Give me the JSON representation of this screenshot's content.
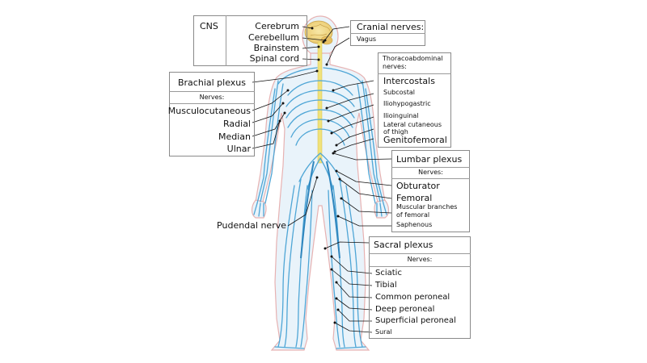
{
  "colors": {
    "nerve": "#4fa6d6",
    "nerve_dark": "#2f86be",
    "body_fill": "#ddeef8",
    "skin_outline": "#e7b2b2",
    "brain": "#f3d98a",
    "spinal_cord": "#f0e27a",
    "box_border": "#8a8a8a",
    "leader": "#111111"
  },
  "cns": {
    "title": "CNS",
    "items": [
      "Cerebrum",
      "Cerebellum",
      "Brainstem",
      "Spinal cord"
    ]
  },
  "cranial": {
    "title": "Cranial nerves:",
    "items": [
      "Vagus"
    ]
  },
  "brachial": {
    "title": "Brachial plexus",
    "subtitle": "Nerves:",
    "items": [
      "Musculocutaneous",
      "Radial",
      "Median",
      "Ulnar"
    ]
  },
  "thoraco": {
    "title_line1": "Thoracoabdominal",
    "title_line2": "nerves:",
    "items": [
      "Intercostals",
      "Subcostal",
      "Iliohypogastric",
      "Ilioinguinal"
    ],
    "lateral_line1": "Lateral cutaneous",
    "lateral_line2": "of thigh",
    "last": "Genitofemoral"
  },
  "lumbar": {
    "title": "Lumbar plexus",
    "subtitle": "Nerves:",
    "items": [
      "Obturator",
      "Femoral"
    ],
    "muscular_line1": "Muscular branches",
    "muscular_line2": "of femoral",
    "last": "Saphenous"
  },
  "pudendal": {
    "label": "Pudendal nerve"
  },
  "sacral": {
    "title": "Sacral plexus",
    "subtitle": "Nerves:",
    "items": [
      "Sciatic",
      "Tibial",
      "Common peroneal",
      "Deep peroneal",
      "Superficial peroneal",
      "Sural"
    ]
  }
}
